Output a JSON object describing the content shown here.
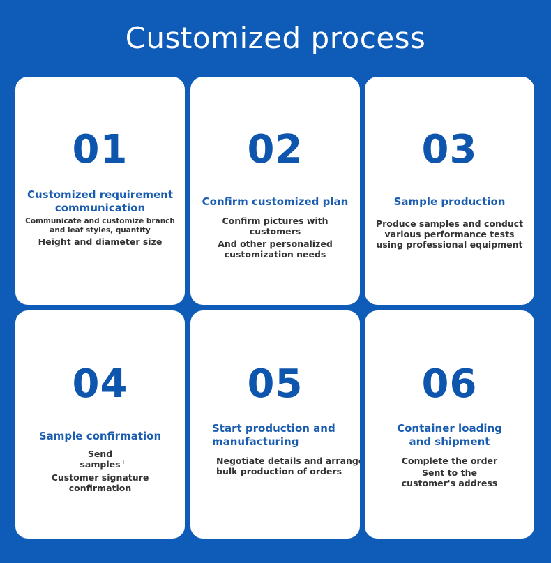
{
  "title": "Customized process",
  "steps": [
    {
      "number": "01",
      "heading": [
        "Customized requirement",
        "communication"
      ],
      "desc_small": [
        "Communicate and customize branch",
        "and leaf styles, quantity"
      ],
      "desc": [
        "Height and diameter size"
      ]
    },
    {
      "number": "02",
      "heading": [
        "Confirm customized plan"
      ],
      "desc": [
        "Confirm pictures with",
        "customers",
        "And other personalized",
        "customization needs"
      ]
    },
    {
      "number": "03",
      "heading": [
        "Sample production"
      ],
      "desc": [
        "Produce samples and conduct",
        "various performance tests",
        "using professional equipment"
      ]
    },
    {
      "number": "04",
      "heading": [
        "Sample confirmation"
      ],
      "desc": [
        "Send",
        "samples",
        "Customer signature",
        "confirmation"
      ]
    },
    {
      "number": "05",
      "heading": [
        "Start production and",
        "manufacturing"
      ],
      "desc": [
        "Negotiate details and arrange",
        "bulk production of orders"
      ]
    },
    {
      "number": "06",
      "heading": [
        "Container loading",
        "and shipment"
      ],
      "desc": [
        "Complete the order",
        "Sent to the",
        "customer's address"
      ]
    }
  ]
}
